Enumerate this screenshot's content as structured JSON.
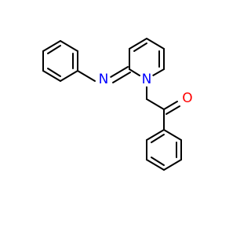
{
  "molecule": {
    "atoms": [
      {
        "id": "N_imine",
        "symbol": "N",
        "color": "#0000ff"
      },
      {
        "id": "N_ring",
        "symbol": "N",
        "color": "#0000ff"
      },
      {
        "id": "O_carbonyl",
        "symbol": "O",
        "color": "#ff0000"
      }
    ],
    "bond_color": "#000000",
    "background": "#ffffff"
  }
}
